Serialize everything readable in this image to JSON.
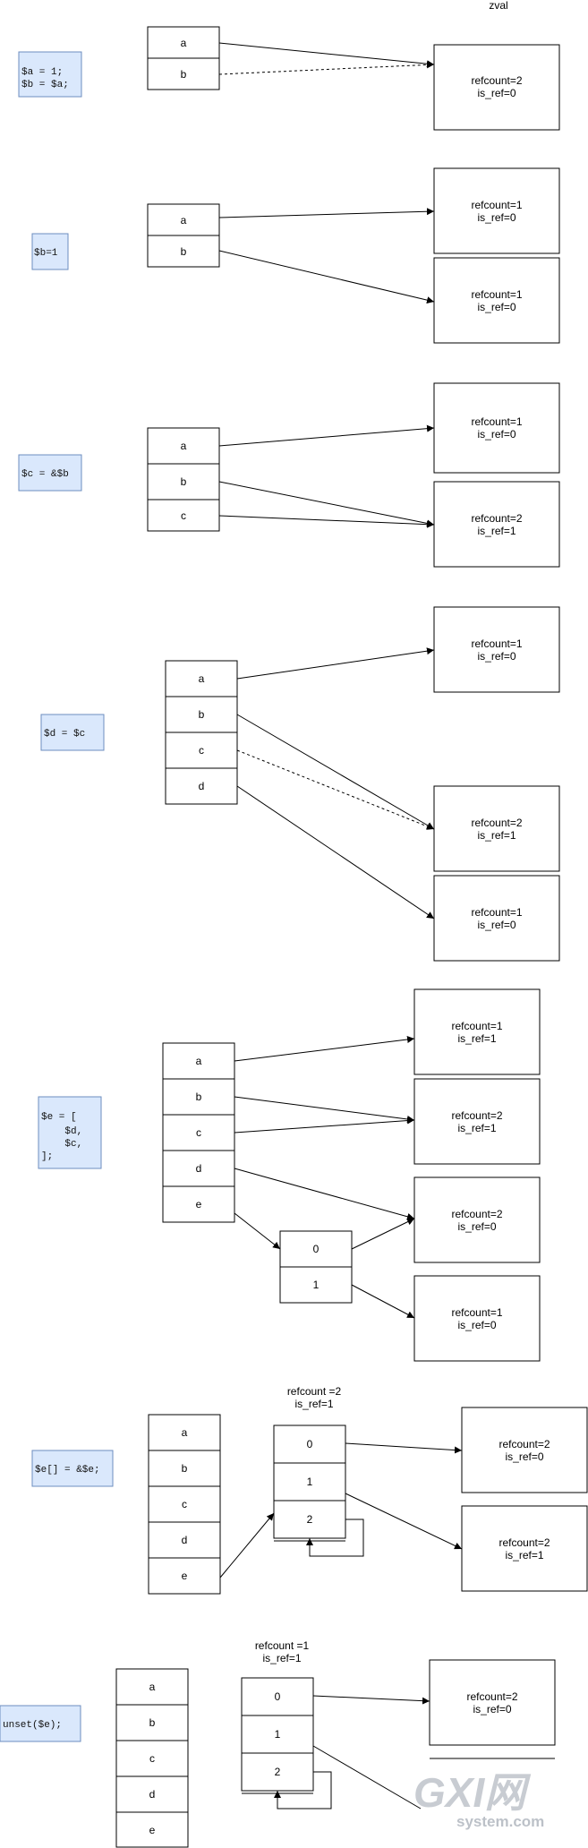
{
  "header": {
    "zval_label": "zval"
  },
  "panels": [
    {
      "code": [
        "$a = 1;",
        "$b = $a;"
      ],
      "vars": [
        "a",
        "b"
      ],
      "zvals": [
        [
          "refcount=2",
          "is_ref=0"
        ]
      ]
    },
    {
      "code": [
        "$b=1"
      ],
      "vars": [
        "a",
        "b"
      ],
      "zvals": [
        [
          "refcount=1",
          "is_ref=0"
        ],
        [
          "refcount=1",
          "is_ref=0"
        ]
      ]
    },
    {
      "code": [
        "$c = &$b"
      ],
      "vars": [
        "a",
        "b",
        "c"
      ],
      "zvals": [
        [
          "refcount=1",
          "is_ref=0"
        ],
        [
          "refcount=2",
          "is_ref=1"
        ]
      ]
    },
    {
      "code": [
        "$d = $c"
      ],
      "vars": [
        "a",
        "b",
        "c",
        "d"
      ],
      "zvals": [
        [
          "refcount=1",
          "is_ref=0"
        ],
        [
          "refcount=2",
          "is_ref=1"
        ],
        [
          "refcount=1",
          "is_ref=0"
        ]
      ]
    },
    {
      "code": [
        "$e = [",
        "    $d,",
        "    $c,",
        "];"
      ],
      "vars": [
        "a",
        "b",
        "c",
        "d",
        "e"
      ],
      "array_items": [
        "0",
        "1"
      ],
      "zvals": [
        [
          "refcount=1",
          "is_ref=1"
        ],
        [
          "refcount=2",
          "is_ref=1"
        ],
        [
          "refcount=2",
          "is_ref=0"
        ],
        [
          "refcount=1",
          "is_ref=0"
        ]
      ]
    },
    {
      "code": [
        "$e[] = &$e;"
      ],
      "vars": [
        "a",
        "b",
        "c",
        "d",
        "e"
      ],
      "array_label": [
        "refcount =2",
        "is_ref=1"
      ],
      "array_items": [
        "0",
        "1",
        "2"
      ],
      "zvals": [
        [
          "refcount=2",
          "is_ref=0"
        ],
        [
          "refcount=2",
          "is_ref=1"
        ]
      ]
    },
    {
      "code": [
        "unset($e);"
      ],
      "vars": [
        "a",
        "b",
        "c",
        "d",
        "e"
      ],
      "array_label": [
        "refcount =1",
        "is_ref=1"
      ],
      "array_items": [
        "0",
        "1",
        "2"
      ],
      "zvals": [
        [
          "refcount=2",
          "is_ref=0"
        ]
      ]
    }
  ],
  "watermark": {
    "logo_text": "GXI网",
    "domain": "system.com"
  }
}
